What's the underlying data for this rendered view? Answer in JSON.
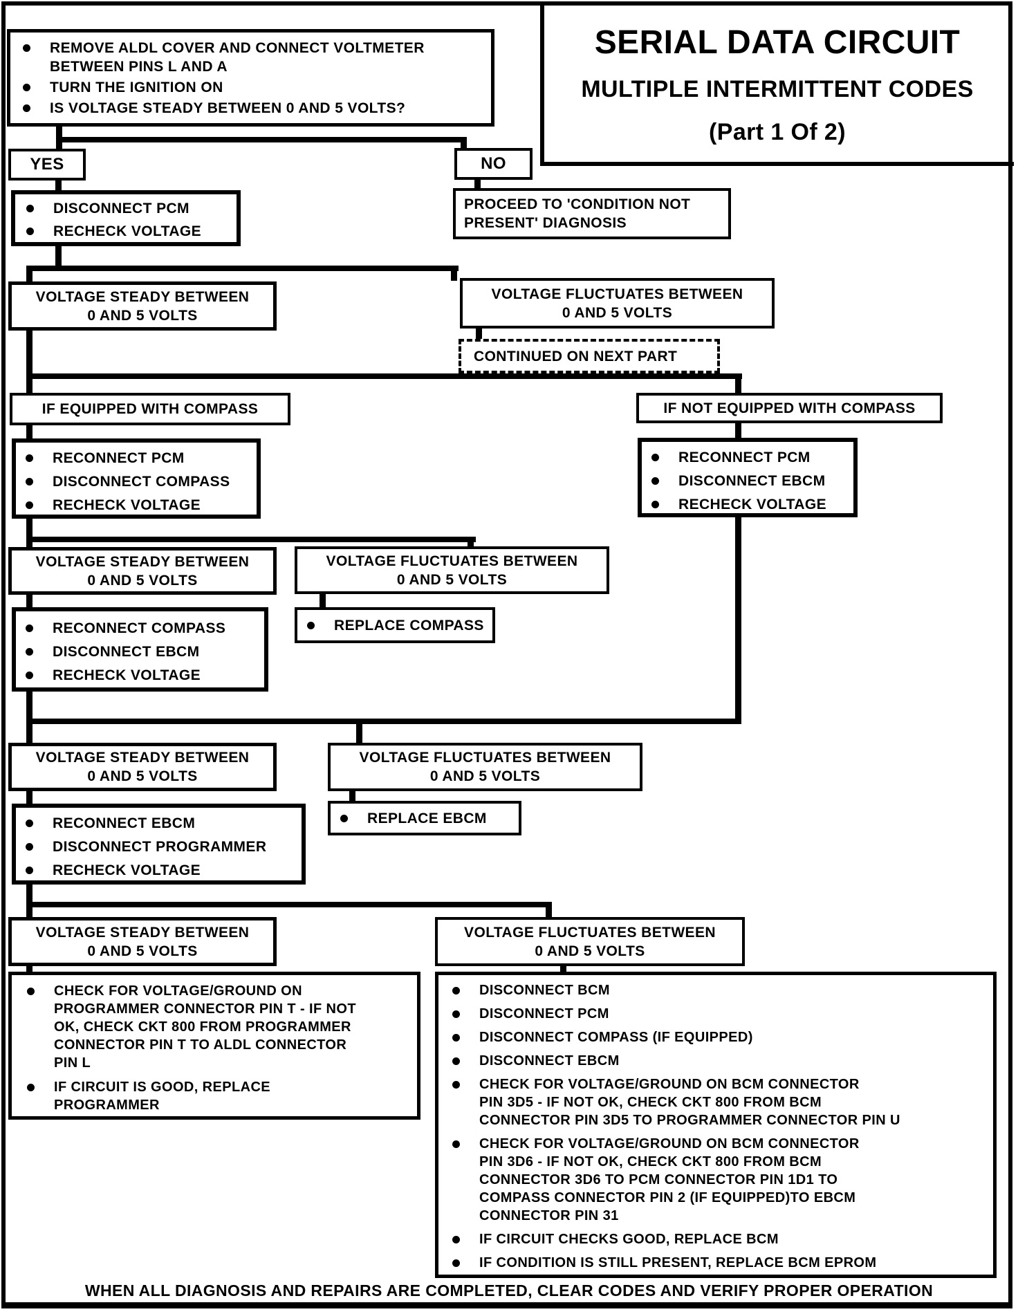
{
  "page": {
    "title_line1": "SERIAL DATA CIRCUIT",
    "title_line2": "MULTIPLE INTERMITTENT CODES",
    "title_line3": "(Part 1 Of 2)",
    "footer": "WHEN ALL DIAGNOSIS AND REPAIRS ARE COMPLETED, CLEAR CODES AND VERIFY PROPER OPERATION"
  },
  "colors": {
    "ink": "#000000",
    "paper": "#ffffff"
  },
  "flow": {
    "start": {
      "items": [
        "REMOVE ALDL COVER AND CONNECT VOLTMETER\nBETWEEN PINS L AND A",
        "TURN THE IGNITION ON",
        "IS VOLTAGE STEADY BETWEEN 0 AND 5 VOLTS?"
      ]
    },
    "yes_label": "YES",
    "no_label": "NO",
    "proceed": "PROCEED TO 'CONDITION NOT\nPRESENT' DIAGNOSIS",
    "disconnect_pcm": {
      "items": [
        "DISCONNECT PCM",
        "RECHECK VOLTAGE"
      ]
    },
    "steady": "VOLTAGE STEADY BETWEEN\n0 AND 5 VOLTS",
    "fluctuates": "VOLTAGE FLUCTUATES BETWEEN\n0 AND 5 VOLTS",
    "continued": "CONTINUED ON NEXT PART",
    "equipped": "IF EQUIPPED WITH COMPASS",
    "not_equipped": "IF NOT EQUIPPED WITH COMPASS",
    "equipped_actions": {
      "items": [
        "RECONNECT PCM",
        "DISCONNECT COMPASS",
        "RECHECK VOLTAGE"
      ]
    },
    "not_equipped_actions": {
      "items": [
        "RECONNECT PCM",
        "DISCONNECT EBCM",
        "RECHECK VOLTAGE"
      ]
    },
    "compass_actions": {
      "items": [
        "RECONNECT COMPASS",
        "DISCONNECT EBCM",
        "RECHECK VOLTAGE"
      ]
    },
    "replace_compass": "REPLACE COMPASS",
    "ebcm_actions": {
      "items": [
        "RECONNECT EBCM",
        "DISCONNECT PROGRAMMER",
        "RECHECK VOLTAGE"
      ]
    },
    "replace_ebcm": "REPLACE EBCM",
    "programmer_check": {
      "items": [
        "CHECK FOR VOLTAGE/GROUND ON\nPROGRAMMER CONNECTOR PIN T - IF NOT\nOK, CHECK CKT 800 FROM PROGRAMMER\nCONNECTOR PIN T TO ALDL CONNECTOR\nPIN L",
        "IF CIRCUIT IS GOOD, REPLACE\nPROGRAMMER"
      ]
    },
    "bcm_check": {
      "items": [
        "DISCONNECT BCM",
        "DISCONNECT PCM",
        "DISCONNECT COMPASS (IF EQUIPPED)",
        "DISCONNECT EBCM",
        "CHECK FOR VOLTAGE/GROUND ON BCM CONNECTOR\nPIN 3D5 - IF NOT OK, CHECK CKT 800 FROM BCM\nCONNECTOR PIN 3D5 TO PROGRAMMER CONNECTOR PIN U",
        "CHECK FOR VOLTAGE/GROUND ON BCM CONNECTOR\nPIN 3D6 - IF NOT OK, CHECK CKT 800 FROM BCM\nCONNECTOR 3D6 TO PCM CONNECTOR PIN 1D1 TO\nCOMPASS CONNECTOR PIN 2 (IF EQUIPPED)TO EBCM\nCONNECTOR PIN 31",
        "IF CIRCUIT CHECKS GOOD, REPLACE BCM",
        "IF CONDITION IS STILL PRESENT, REPLACE BCM EPROM"
      ]
    }
  }
}
